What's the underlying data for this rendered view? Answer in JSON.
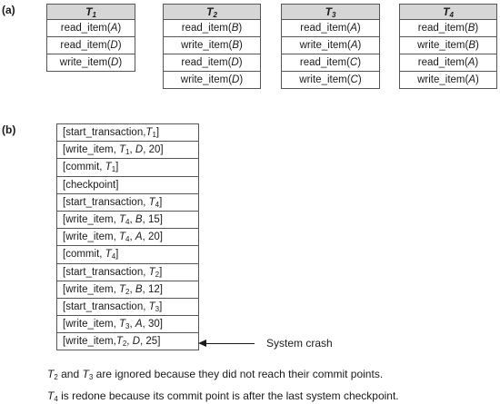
{
  "part_a": {
    "label": "(a)",
    "transactions": [
      {
        "name": "T",
        "sub": "1",
        "ops": [
          {
            "op": "read_item",
            "arg": "A"
          },
          {
            "op": "read_item",
            "arg": "D"
          },
          {
            "op": "write_item",
            "arg": "D"
          }
        ]
      },
      {
        "name": "T",
        "sub": "2",
        "ops": [
          {
            "op": "read_item",
            "arg": "B"
          },
          {
            "op": "write_item",
            "arg": "B"
          },
          {
            "op": "read_item",
            "arg": "D"
          },
          {
            "op": "write_item",
            "arg": "D"
          }
        ]
      },
      {
        "name": "T",
        "sub": "3",
        "ops": [
          {
            "op": "read_item",
            "arg": "A"
          },
          {
            "op": "write_item",
            "arg": "A"
          },
          {
            "op": "read_item",
            "arg": "C"
          },
          {
            "op": "write_item",
            "arg": "C"
          }
        ]
      },
      {
        "name": "T",
        "sub": "4",
        "ops": [
          {
            "op": "read_item",
            "arg": "B"
          },
          {
            "op": "write_item",
            "arg": "B"
          },
          {
            "op": "read_item",
            "arg": "A"
          },
          {
            "op": "write_item",
            "arg": "A"
          }
        ]
      }
    ]
  },
  "part_b": {
    "label": "(b)",
    "log": [
      {
        "kind": "start",
        "text": "start_transaction,",
        "sep": "",
        "tsub": "1"
      },
      {
        "kind": "write",
        "text": "write_item, ",
        "sep": ", ",
        "tsub": "1",
        "item": "D",
        "value": "20"
      },
      {
        "kind": "commit",
        "text": "commit, ",
        "tsub": "1"
      },
      {
        "kind": "plain",
        "text": "checkpoint"
      },
      {
        "kind": "start",
        "text": "start_transaction, ",
        "tsub": "4"
      },
      {
        "kind": "write",
        "text": "write_item, ",
        "sep": ", ",
        "tsub": "4",
        "item": "B",
        "value": "15"
      },
      {
        "kind": "write",
        "text": "write_item, ",
        "sep": ", ",
        "tsub": "4",
        "item": "A",
        "value": "20"
      },
      {
        "kind": "commit",
        "text": "commit, ",
        "tsub": "4"
      },
      {
        "kind": "start",
        "text": "start_transaction, ",
        "tsub": "2"
      },
      {
        "kind": "write",
        "text": "write_item, ",
        "sep": ", ",
        "tsub": "2",
        "item": "B",
        "value": "12"
      },
      {
        "kind": "start",
        "text": "start_transaction, ",
        "tsub": "3"
      },
      {
        "kind": "write",
        "text": "write_item, ",
        "sep": ", ",
        "tsub": "3",
        "item": "A",
        "value": "30"
      },
      {
        "kind": "write",
        "text": "write_item,",
        "sep": ", ",
        "tsub": "2",
        "item": "D",
        "value": "25"
      }
    ],
    "crash_label": "System crash",
    "notes": [
      {
        "t1": "2",
        "t2": "3",
        "text": "are ignored because they did not reach their commit points."
      },
      {
        "t1": "4",
        "text": "is redone because its commit point is after the last system checkpoint."
      }
    ]
  }
}
